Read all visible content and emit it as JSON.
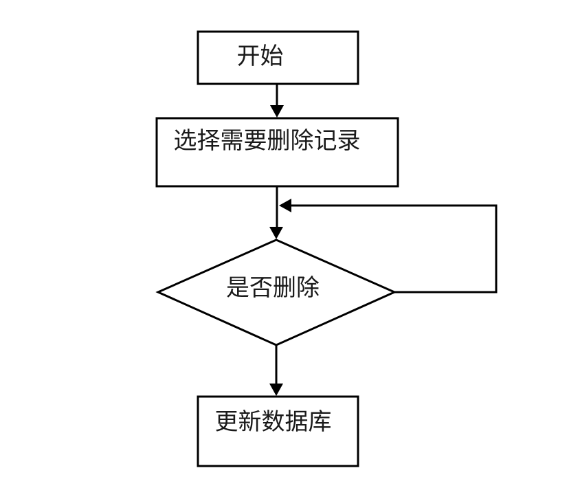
{
  "flowchart": {
    "nodes": [
      {
        "id": "start",
        "shape": "rectangle",
        "label": "开始"
      },
      {
        "id": "select",
        "shape": "rectangle",
        "label": "选择需要删除记录"
      },
      {
        "id": "decision",
        "shape": "diamond",
        "label": "是否删除"
      },
      {
        "id": "update",
        "shape": "rectangle",
        "label": "更新数据库"
      }
    ],
    "edges": [
      {
        "from": "start",
        "to": "select",
        "label": ""
      },
      {
        "from": "select",
        "to": "decision",
        "label": ""
      },
      {
        "from": "decision",
        "to": "select",
        "label": "",
        "type": "loop-back-right"
      },
      {
        "from": "decision",
        "to": "update",
        "label": ""
      }
    ],
    "colors": {
      "stroke": "#000000",
      "background": "#ffffff",
      "text": "#1a1a1a"
    }
  }
}
